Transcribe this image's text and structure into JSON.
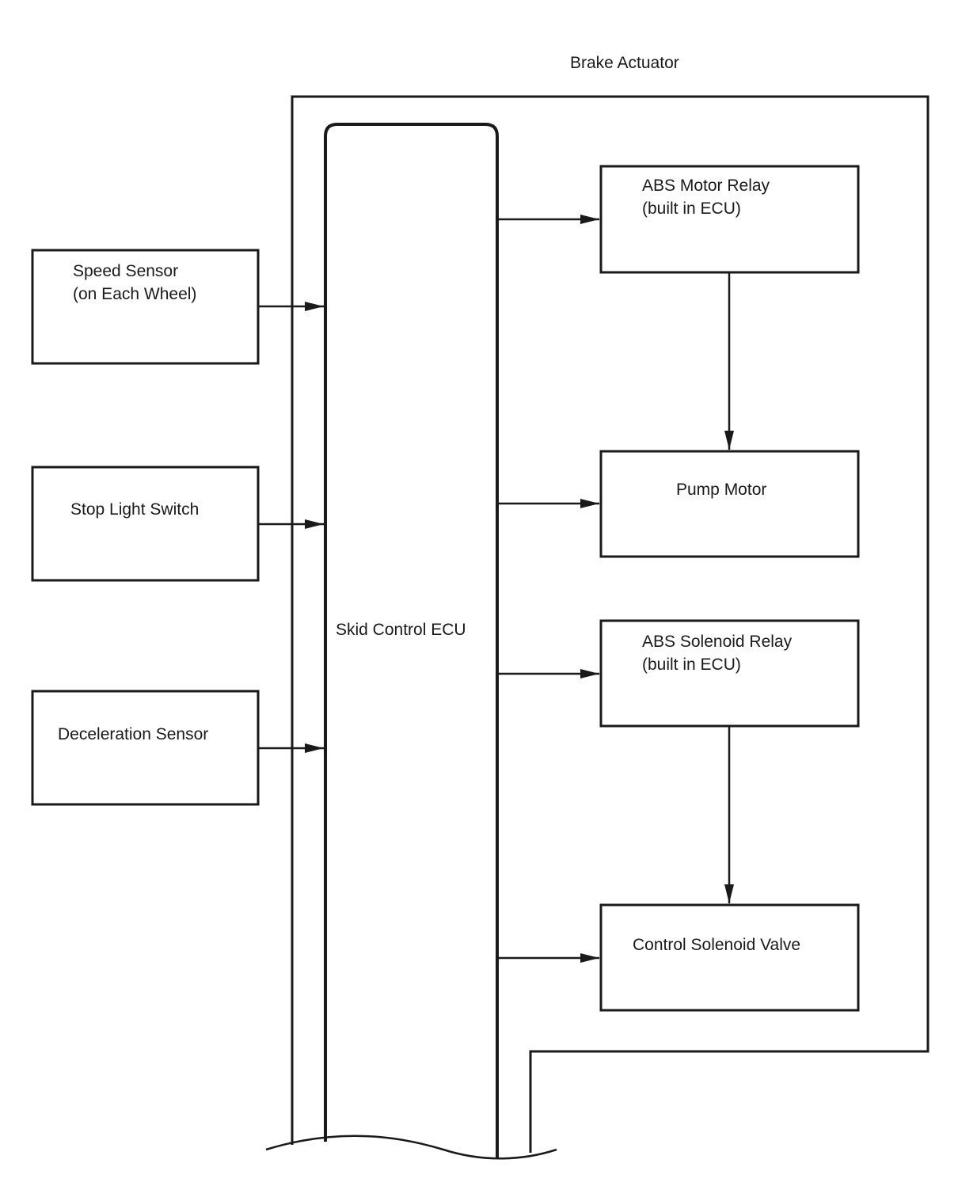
{
  "diagram": {
    "actuator_label": "Brake Actuator",
    "ecu_label": "Skid Control ECU",
    "inputs": [
      {
        "id": "speed-sensor",
        "lines": [
          "Speed Sensor",
          "(on Each Wheel)"
        ]
      },
      {
        "id": "stop-light-switch",
        "lines": [
          "Stop Light Switch"
        ]
      },
      {
        "id": "deceleration-sensor",
        "lines": [
          "Deceleration Sensor"
        ]
      }
    ],
    "outputs": [
      {
        "id": "abs-motor-relay",
        "lines": [
          "ABS Motor Relay",
          "(built in ECU)"
        ]
      },
      {
        "id": "pump-motor",
        "lines": [
          "Pump Motor"
        ]
      },
      {
        "id": "abs-solenoid-relay",
        "lines": [
          "ABS Solenoid Relay",
          "(built in ECU)"
        ]
      },
      {
        "id": "control-solenoid-valve",
        "lines": [
          "Control Solenoid Valve"
        ]
      }
    ],
    "connections": [
      {
        "from": "speed-sensor",
        "to": "skid-control-ecu"
      },
      {
        "from": "stop-light-switch",
        "to": "skid-control-ecu"
      },
      {
        "from": "deceleration-sensor",
        "to": "skid-control-ecu"
      },
      {
        "from": "skid-control-ecu",
        "to": "abs-motor-relay"
      },
      {
        "from": "skid-control-ecu",
        "to": "pump-motor"
      },
      {
        "from": "skid-control-ecu",
        "to": "abs-solenoid-relay"
      },
      {
        "from": "skid-control-ecu",
        "to": "control-solenoid-valve"
      },
      {
        "from": "abs-motor-relay",
        "to": "pump-motor"
      },
      {
        "from": "abs-solenoid-relay",
        "to": "control-solenoid-valve"
      }
    ]
  }
}
